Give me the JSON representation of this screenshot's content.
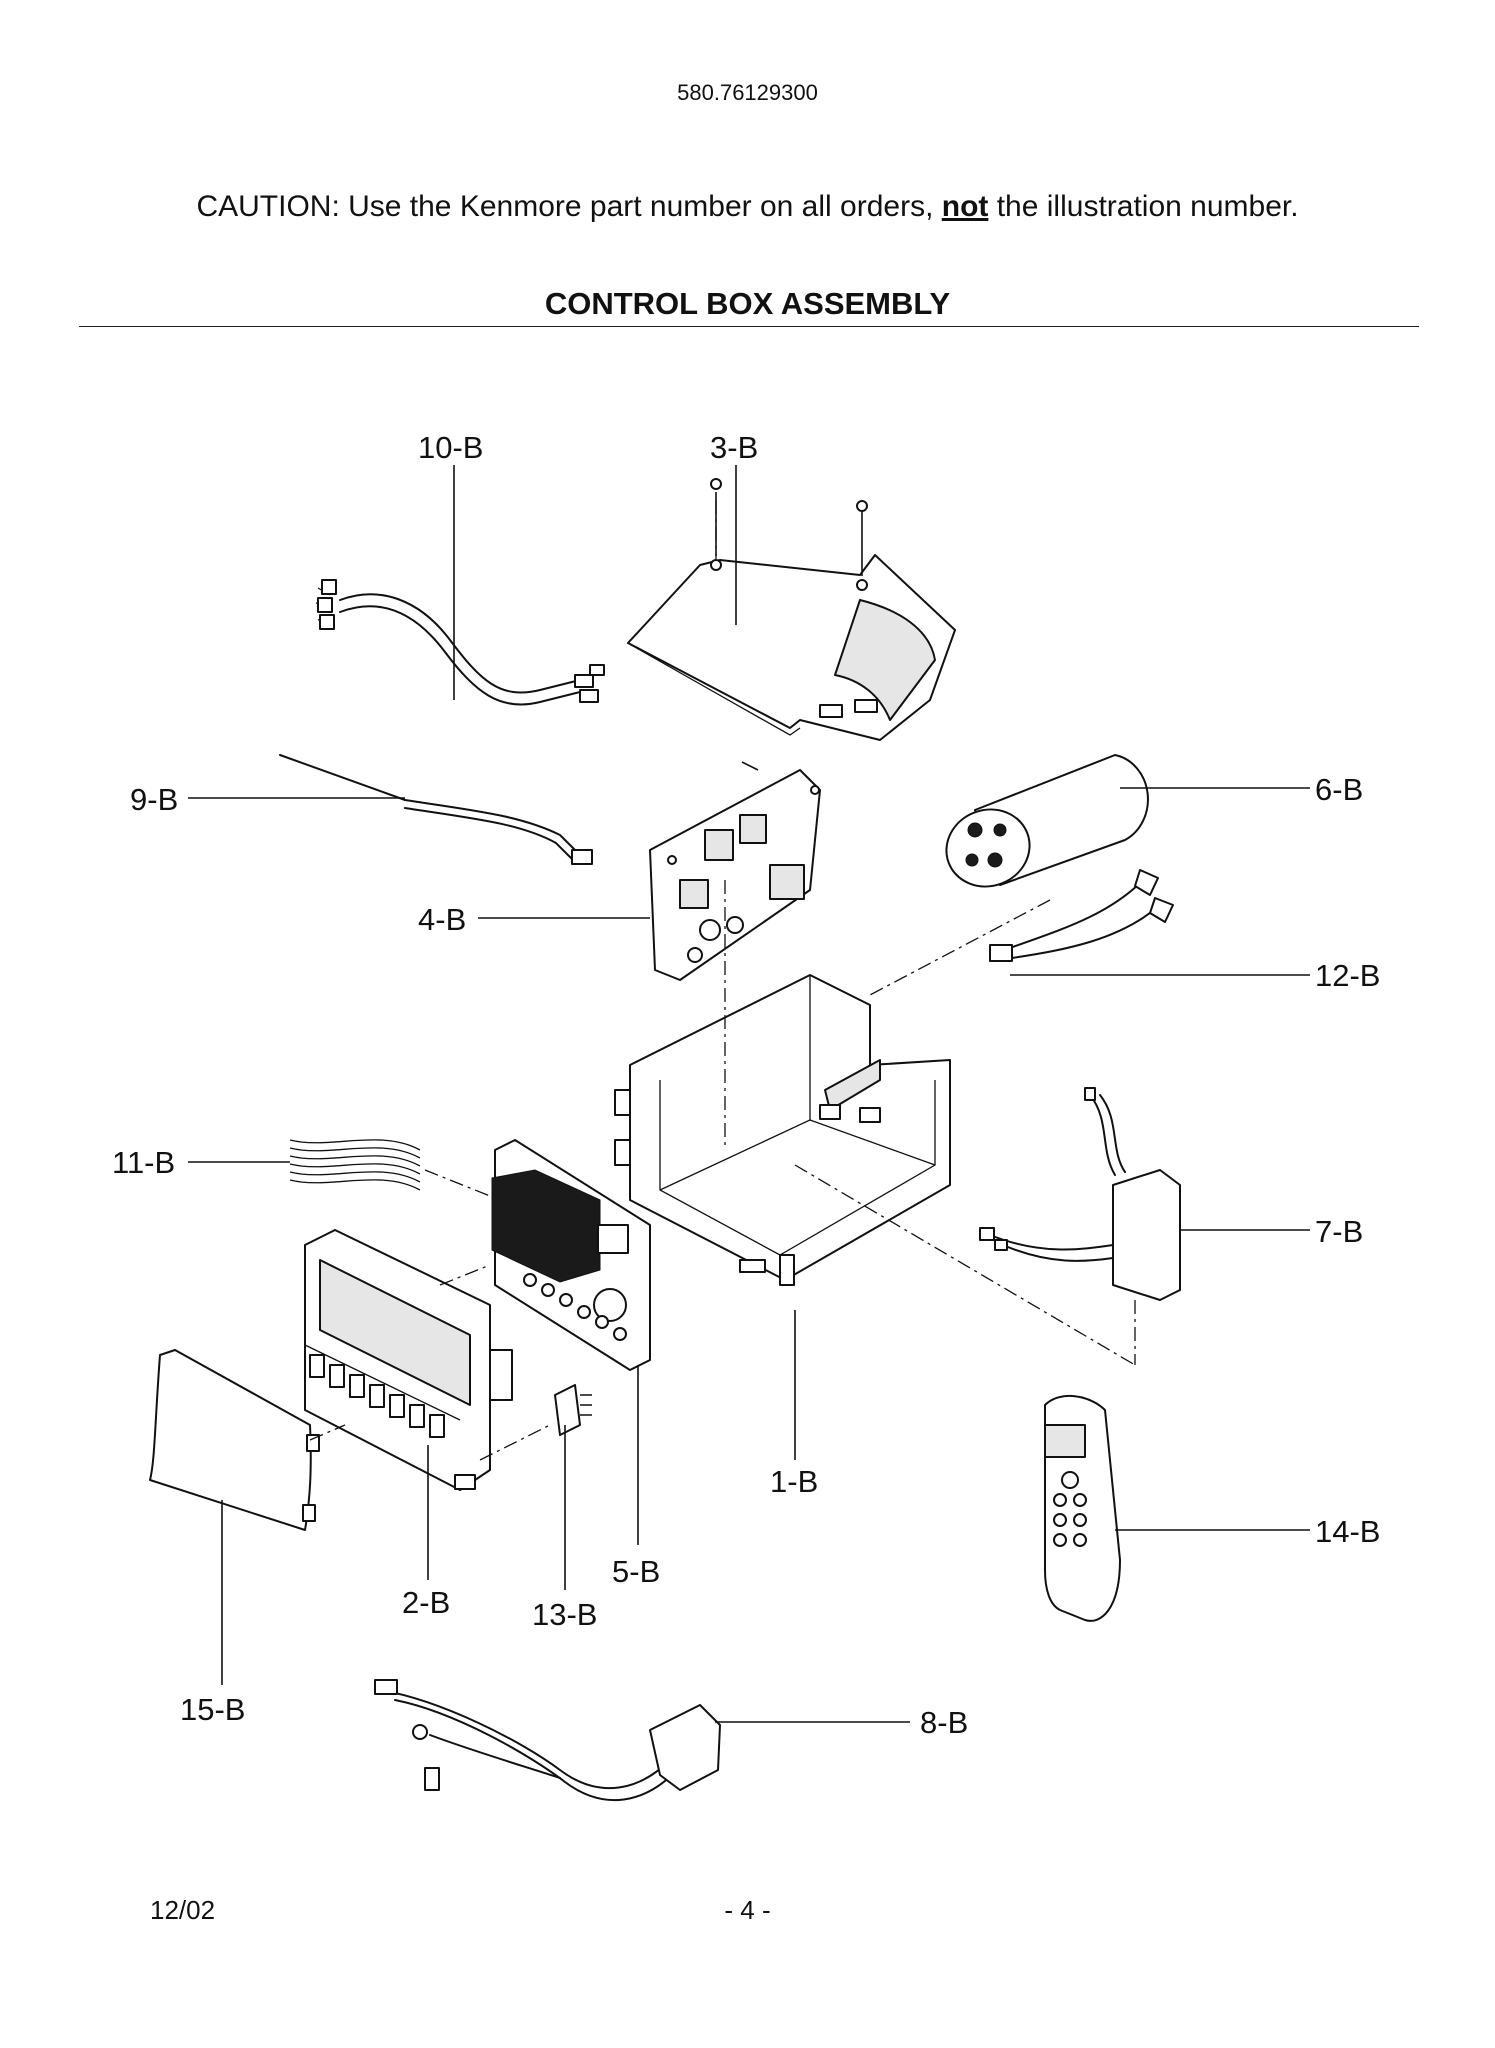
{
  "header": {
    "model_number": "580.76129300",
    "caution_before": "CAUTION: Use the Kenmore part number on all orders, ",
    "caution_emphasis": "not",
    "caution_after": " the illustration number.",
    "section_title": "CONTROL BOX ASSEMBLY"
  },
  "callouts": {
    "c1": "1-B",
    "c2": "2-B",
    "c3": "3-B",
    "c4": "4-B",
    "c5": "5-B",
    "c6": "6-B",
    "c7": "7-B",
    "c8": "8-B",
    "c9": "9-B",
    "c10": "10-B",
    "c11": "11-B",
    "c12": "12-B",
    "c13": "13-B",
    "c14": "14-B",
    "c15": "15-B"
  },
  "footer": {
    "date": "12/02",
    "page": "- 4 -"
  }
}
